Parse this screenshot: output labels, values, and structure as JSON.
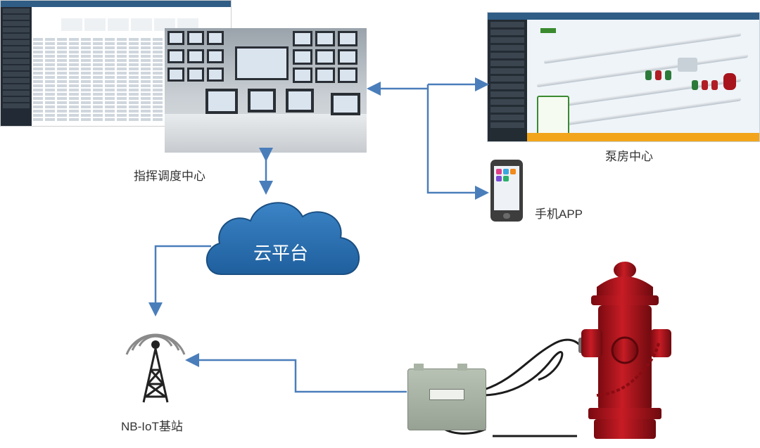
{
  "labels": {
    "cloud": "云平台",
    "command_center": "指挥调度中心",
    "pump_room": "泵房中心",
    "mobile_app": "手机APP",
    "base_station": "NB-IoT基站"
  },
  "colors": {
    "cloud_fill": "#2f74b5",
    "arrow": "#4a7ebb",
    "hydrant": "#b5141c",
    "pump_room_bar": "#f2a51a"
  },
  "icons": {
    "tower": "antenna-tower-icon",
    "phone": "smartphone-icon",
    "cloud": "cloud-icon"
  }
}
